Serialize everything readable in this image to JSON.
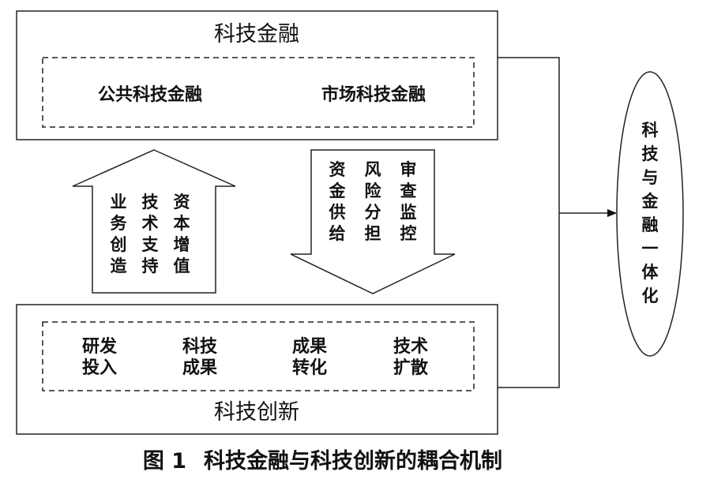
{
  "top_box": {
    "title": "科技金融",
    "items": [
      "公共科技金融",
      "市场科技金融"
    ]
  },
  "bottom_box": {
    "title": "科技创新",
    "items": [
      [
        "研发",
        "投入"
      ],
      [
        "科技",
        "成果"
      ],
      [
        "成果",
        "转化"
      ],
      [
        "技术",
        "扩散"
      ]
    ]
  },
  "up_arrow": {
    "columns": [
      "业务创造",
      "技术支持",
      "资本增值"
    ]
  },
  "down_arrow": {
    "columns": [
      "资金供给",
      "风险分担",
      "审查监控"
    ]
  },
  "ellipse": {
    "text": "科技与金融一体化"
  },
  "caption": {
    "label": "图 1",
    "text": "科技金融与科技创新的耦合机制"
  }
}
